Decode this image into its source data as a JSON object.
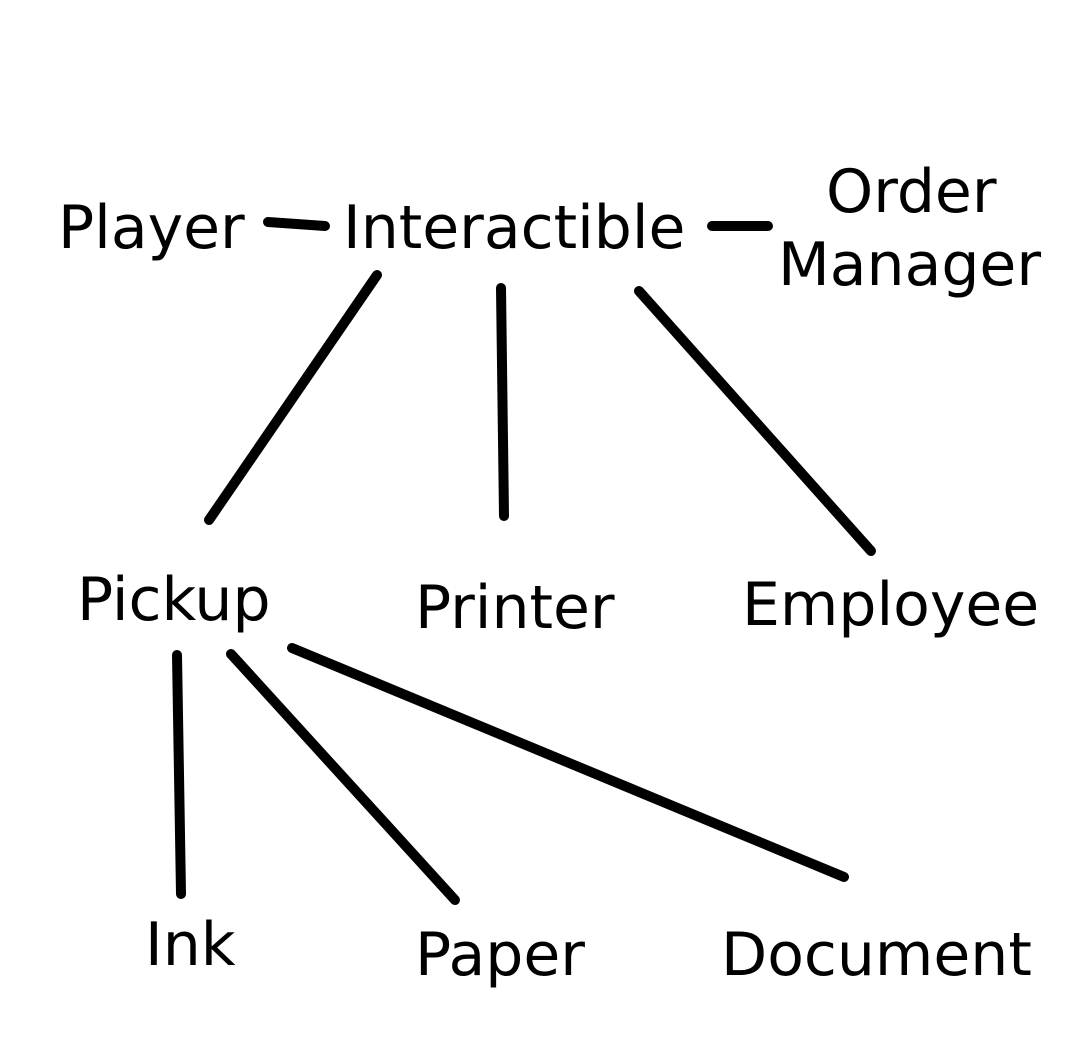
{
  "nodes": {
    "player": "Player",
    "interactible": "Interactible",
    "order_manager": [
      "Order",
      "Manager"
    ],
    "pickup": "Pickup",
    "printer": "Printer",
    "employee": "Employee",
    "ink": "Ink",
    "paper": "Paper",
    "document": "Document"
  },
  "edges": [
    [
      "Player",
      "Interactible"
    ],
    [
      "Interactible",
      "Order Manager"
    ],
    [
      "Interactible",
      "Pickup"
    ],
    [
      "Interactible",
      "Printer"
    ],
    [
      "Interactible",
      "Employee"
    ],
    [
      "Pickup",
      "Ink"
    ],
    [
      "Pickup",
      "Paper"
    ],
    [
      "Pickup",
      "Document"
    ]
  ],
  "colors": {
    "background": "#ffffff",
    "ink": "#000000"
  }
}
